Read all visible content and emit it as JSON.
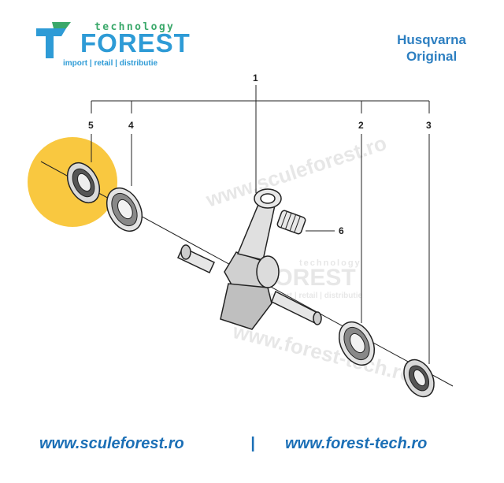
{
  "logo": {
    "top_word": "technology",
    "main_word": "FOREST",
    "subtitle": "import | retail | distributie"
  },
  "brand": {
    "line1": "Husqvarna",
    "line2": "Original"
  },
  "callouts": [
    "1",
    "2",
    "3",
    "4",
    "5",
    "6"
  ],
  "watermark": {
    "url1": "www.sculeforest.ro",
    "tech": "technology",
    "main": "FOREST",
    "sub": "import | retail | distributie",
    "url2": "www.forest-tech.ro"
  },
  "footer": {
    "left_url": "www.sculeforest.ro",
    "separator": "|",
    "right_url": "www.forest-tech.ro"
  },
  "colors": {
    "highlight": "#f7b500",
    "brand_blue": "#2d7fc1",
    "logo_green": "#3aa86a"
  }
}
